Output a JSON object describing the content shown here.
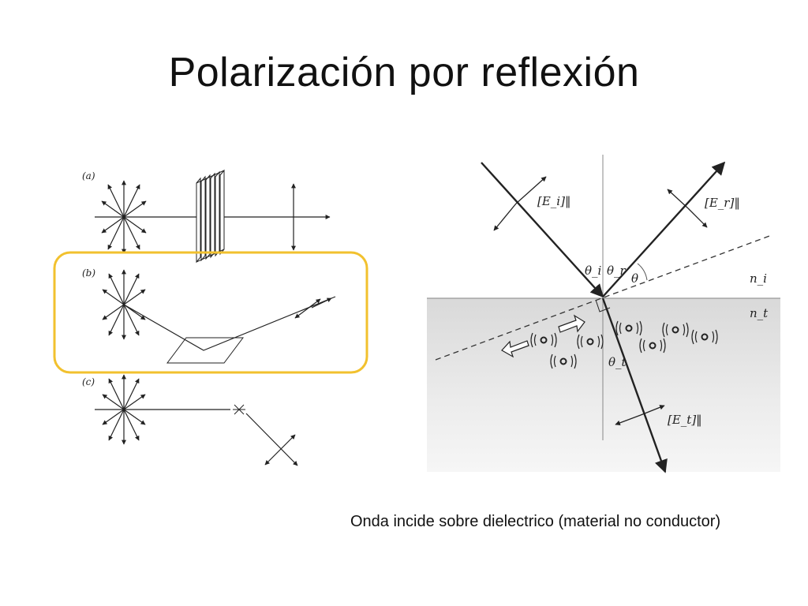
{
  "slide": {
    "title": "Polarización por reflexión",
    "caption": "Onda incide sobre dielectrico (material no conductor)",
    "highlight_color": "#F2C12E"
  },
  "left_figure": {
    "panels": [
      {
        "label": "(a)"
      },
      {
        "label": "(b)"
      },
      {
        "label": "(c)"
      }
    ]
  },
  "right_figure": {
    "field_labels": {
      "incident": "[E_i]‖",
      "reflected": "[E_r]‖",
      "transmitted": "[E_t]‖"
    },
    "angle_labels": {
      "theta_i": "θ_i",
      "theta_r": "θ_r",
      "theta": "θ",
      "theta_t": "θ_t"
    },
    "media": {
      "upper": "n_i",
      "lower": "n_t"
    }
  }
}
